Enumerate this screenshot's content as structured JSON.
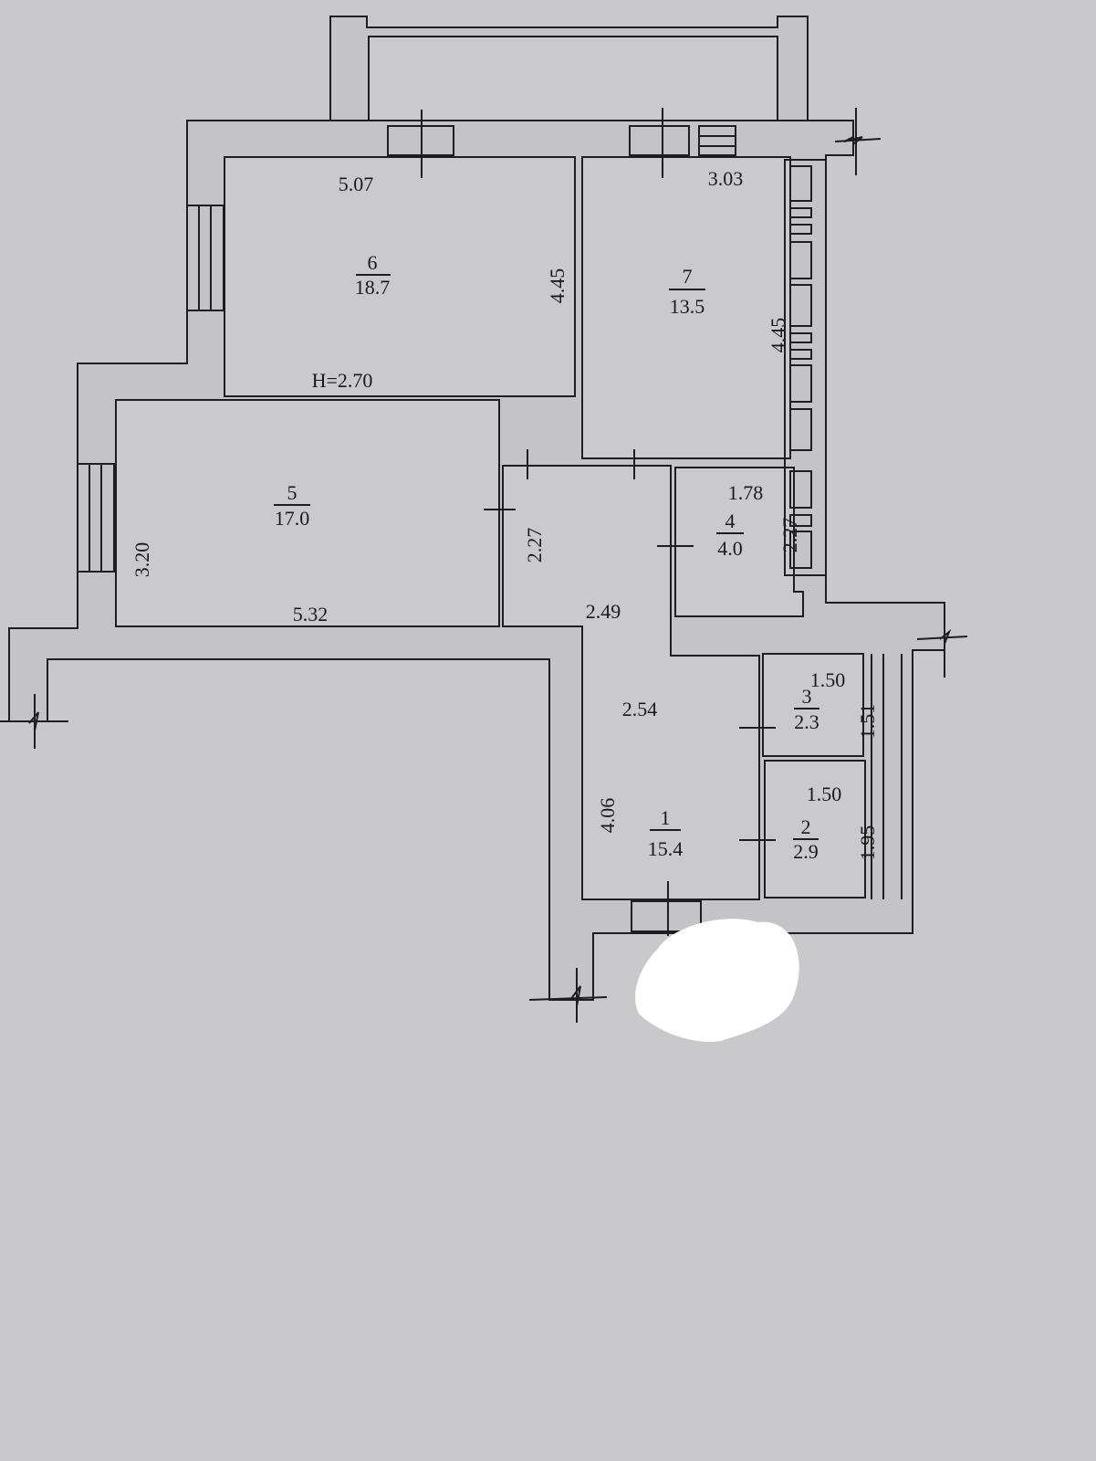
{
  "plan": {
    "ceiling_height": "H=2.70",
    "rooms": [
      {
        "number": "1",
        "area": "15.4"
      },
      {
        "number": "2",
        "area": "2.9"
      },
      {
        "number": "3",
        "area": "2.3"
      },
      {
        "number": "4",
        "area": "4.0"
      },
      {
        "number": "5",
        "area": "17.0"
      },
      {
        "number": "6",
        "area": "18.7"
      },
      {
        "number": "7",
        "area": "13.5"
      }
    ],
    "dimensions": {
      "room6_width": "5.07",
      "room6_length": "4.45",
      "room7_width": "3.03",
      "room7_length": "4.45",
      "room5_width": "5.32",
      "room5_length": "3.20",
      "hall_width": "2.27",
      "hall_top": "2.49",
      "hall_mid": "2.54",
      "room1_length": "4.06",
      "room4_width": "1.78",
      "room4_length": "2.27",
      "room3_width": "1.50",
      "room3_length": "1.51",
      "room2_width": "1.50",
      "room2_length": "1.95"
    }
  }
}
